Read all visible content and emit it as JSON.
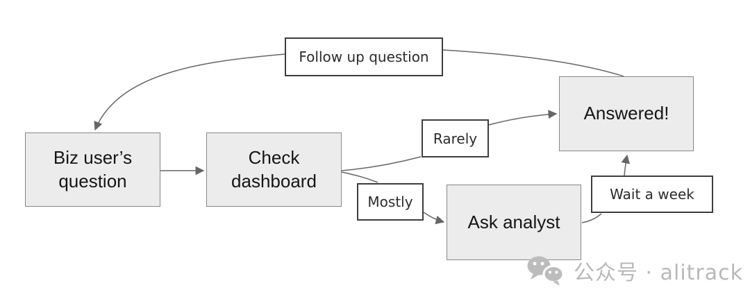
{
  "diagram": {
    "nodes": [
      {
        "id": "biz-users-question",
        "label": "Biz user’s\nquestion"
      },
      {
        "id": "check-dashboard",
        "label": "Check\ndashboard"
      },
      {
        "id": "answered",
        "label": "Answered!"
      },
      {
        "id": "ask-analyst",
        "label": "Ask analyst"
      }
    ],
    "edge_labels": [
      {
        "id": "follow-up-question",
        "label": "Follow up question"
      },
      {
        "id": "rarely",
        "label": "Rarely"
      },
      {
        "id": "mostly",
        "label": "Mostly"
      },
      {
        "id": "wait-a-week",
        "label": "Wait a week"
      }
    ],
    "colors": {
      "node_fill": "#ececec",
      "node_border": "#868686",
      "label_fill": "#ffffff",
      "label_border": "#3d3d3d",
      "connector": "#666666",
      "text": "#161616"
    }
  },
  "watermark": {
    "icon": "wechat-icon",
    "text": "公众号 · alitrack",
    "color": "#b9b9b9"
  }
}
